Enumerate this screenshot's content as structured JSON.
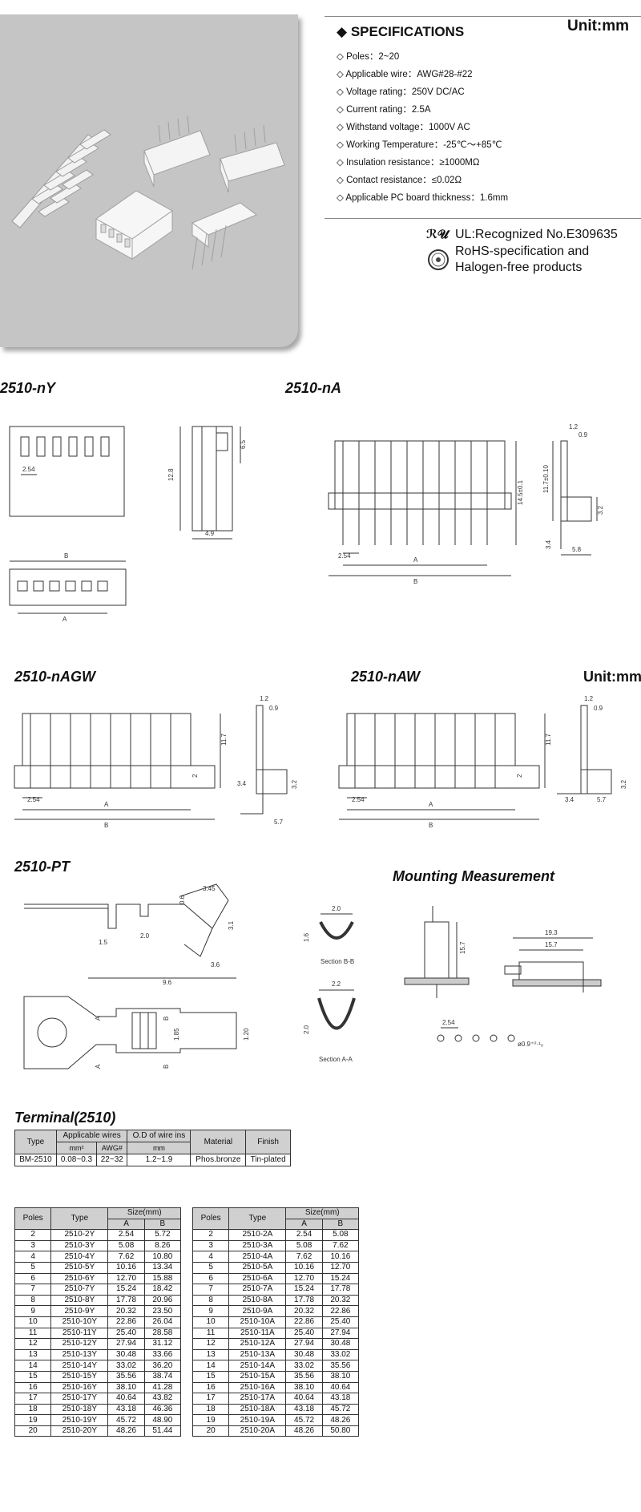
{
  "unit_label": "Unit:mm",
  "specifications": {
    "title": "SPECIFICATIONS",
    "items": [
      "Poles：2~20",
      "Applicable wire：AWG#28-#22",
      "Voltage rating：250V DC/AC",
      "Current rating：2.5A",
      "Withstand voltage：1000V AC",
      "Working Temperature：-25℃～+85℃",
      "Insulation resistance：≥1000MΩ",
      "Contact resistance：≤0.02Ω",
      "Applicable PC board thickness：1.6mm"
    ]
  },
  "certifications": {
    "ul": "UL:Recognized No.E309635",
    "rohs_line1": "RoHS-specification and",
    "rohs_line2": "Halogen-free products"
  },
  "sections": {
    "ny": "2510-nY",
    "na": "2510-nA",
    "nagw": "2510-nAGW",
    "naw": "2510-nAW",
    "pt": "2510-PT",
    "mount": "Mounting Measurement",
    "terminal": "Terminal(2510)"
  },
  "dims": {
    "pitch": "2.54",
    "ny_h": "12.8",
    "ny_top": "6.5",
    "ny_w": "4.9",
    "A": "A",
    "B": "B",
    "na_h": "14.5±0.1",
    "na_h2": "11.7±0.10",
    "na_t1": "1.2",
    "na_t2": "0.9",
    "na_p": "3.2",
    "na_w": "5.8",
    "na_pin": "3.4",
    "agw_h": "11.7",
    "agw_b": "2",
    "agw_r": "3.2",
    "agw_l": "3.4",
    "agw_w": "5.7",
    "pt_345": "3.45",
    "pt_06": "0.6",
    "pt_31": "3.1",
    "pt_20": "2.0",
    "pt_15": "1.5",
    "pt_36": "3.6",
    "pt_96": "9.6",
    "pt_185": "1.85",
    "pt_120": "1.20",
    "pt_A": "A",
    "pt_B": "B",
    "secbb_w": "2.0",
    "secbb_h": "1.6",
    "secbb_label": "Section B-B",
    "secaa_w": "2.2",
    "secaa_h": "2.0",
    "secaa_label": "Section A-A",
    "m_157v": "15.7",
    "m_193": "19.3",
    "m_157h": "15.7",
    "m_254": "2.54",
    "m_hole": "ø0.9⁺⁰·¹₀"
  },
  "terminal_table": {
    "h_type": "Type",
    "h_wires": "Applicable wires",
    "h_od": "O.D of wire ins",
    "h_material": "Material",
    "h_finish": "Finish",
    "sub_mm2": "mm²",
    "sub_awg": "AWG#",
    "sub_mm": "mm",
    "row": [
      "BM-2510",
      "0.08~0.3",
      "22~32",
      "1.2~1.9",
      "Phos.bronze",
      "Tin-plated"
    ]
  },
  "size_tables": {
    "h_poles": "Poles",
    "h_type": "Type",
    "h_size": "Size(mm)",
    "h_a": "A",
    "h_b": "B",
    "left": [
      [
        "2",
        "2510-2Y",
        "2.54",
        "5.72"
      ],
      [
        "3",
        "2510-3Y",
        "5.08",
        "8.26"
      ],
      [
        "4",
        "2510-4Y",
        "7.62",
        "10.80"
      ],
      [
        "5",
        "2510-5Y",
        "10.16",
        "13.34"
      ],
      [
        "6",
        "2510-6Y",
        "12.70",
        "15.88"
      ],
      [
        "7",
        "2510-7Y",
        "15.24",
        "18.42"
      ],
      [
        "8",
        "2510-8Y",
        "17.78",
        "20.96"
      ],
      [
        "9",
        "2510-9Y",
        "20.32",
        "23.50"
      ],
      [
        "10",
        "2510-10Y",
        "22.86",
        "26.04"
      ],
      [
        "11",
        "2510-11Y",
        "25.40",
        "28.58"
      ],
      [
        "12",
        "2510-12Y",
        "27.94",
        "31.12"
      ],
      [
        "13",
        "2510-13Y",
        "30.48",
        "33.66"
      ],
      [
        "14",
        "2510-14Y",
        "33.02",
        "36.20"
      ],
      [
        "15",
        "2510-15Y",
        "35.56",
        "38.74"
      ],
      [
        "16",
        "2510-16Y",
        "38.10",
        "41.28"
      ],
      [
        "17",
        "2510-17Y",
        "40.64",
        "43.82"
      ],
      [
        "18",
        "2510-18Y",
        "43.18",
        "46.36"
      ],
      [
        "19",
        "2510-19Y",
        "45.72",
        "48.90"
      ],
      [
        "20",
        "2510-20Y",
        "48.26",
        "51.44"
      ]
    ],
    "right": [
      [
        "2",
        "2510-2A",
        "2.54",
        "5.08"
      ],
      [
        "3",
        "2510-3A",
        "5.08",
        "7.62"
      ],
      [
        "4",
        "2510-4A",
        "7.62",
        "10.16"
      ],
      [
        "5",
        "2510-5A",
        "10.16",
        "12.70"
      ],
      [
        "6",
        "2510-6A",
        "12.70",
        "15.24"
      ],
      [
        "7",
        "2510-7A",
        "15.24",
        "17.78"
      ],
      [
        "8",
        "2510-8A",
        "17.78",
        "20.32"
      ],
      [
        "9",
        "2510-9A",
        "20.32",
        "22.86"
      ],
      [
        "10",
        "2510-10A",
        "22.86",
        "25.40"
      ],
      [
        "11",
        "2510-11A",
        "25.40",
        "27.94"
      ],
      [
        "12",
        "2510-12A",
        "27.94",
        "30.48"
      ],
      [
        "13",
        "2510-13A",
        "30.48",
        "33.02"
      ],
      [
        "14",
        "2510-14A",
        "33.02",
        "35.56"
      ],
      [
        "15",
        "2510-15A",
        "35.56",
        "38.10"
      ],
      [
        "16",
        "2510-16A",
        "38.10",
        "40.64"
      ],
      [
        "17",
        "2510-17A",
        "40.64",
        "43.18"
      ],
      [
        "18",
        "2510-18A",
        "43.18",
        "45.72"
      ],
      [
        "19",
        "2510-19A",
        "45.72",
        "48.26"
      ],
      [
        "20",
        "2510-20A",
        "48.26",
        "50.80"
      ]
    ]
  }
}
